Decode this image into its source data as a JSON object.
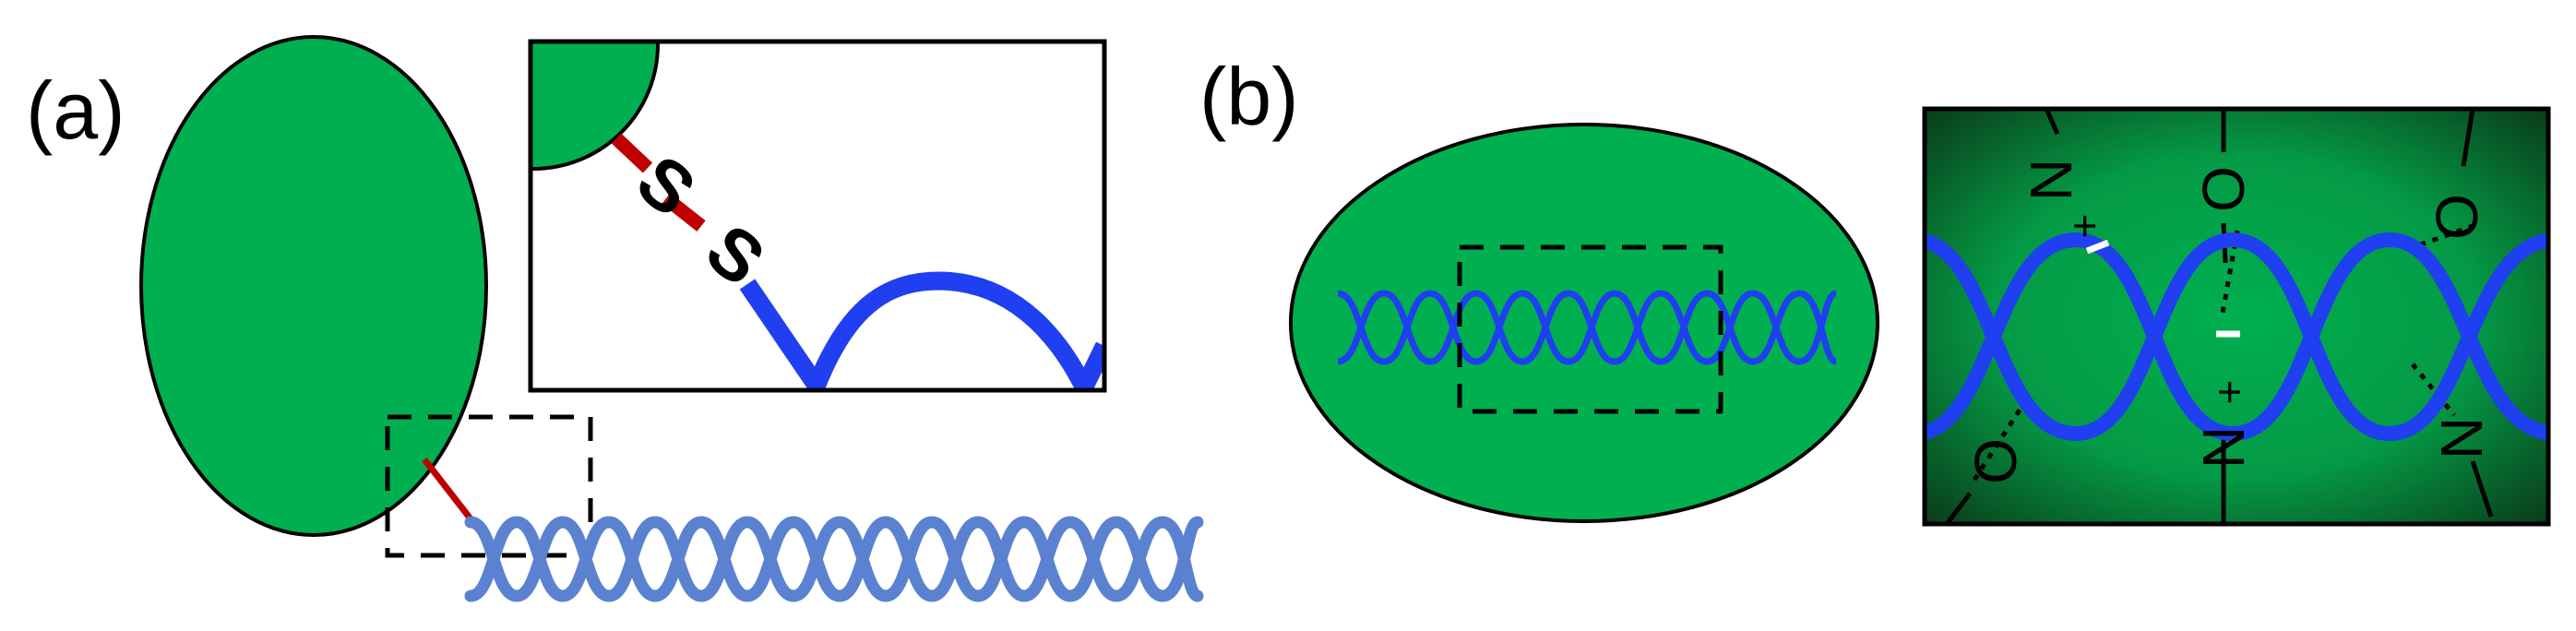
{
  "panels": {
    "a": {
      "label": "(a)"
    },
    "b": {
      "label": "(b)"
    }
  },
  "inset_a": {
    "bond_atoms": [
      "S",
      "S"
    ]
  },
  "inset_b": {
    "atoms": {
      "n_plus_top": "N",
      "n_plus_bottom": "N",
      "o_top_mid": "O",
      "o_top_right": "O",
      "o_bottom_left": "O",
      "n_bottom_right": "N",
      "plus": "+"
    }
  },
  "colors": {
    "particle_green": "#00b050",
    "linker_red": "#c00000",
    "dna_light_blue": "#5b82d0",
    "dna_blue": "#1f3ff0",
    "inset_dark_green": "#0a3d1a"
  }
}
